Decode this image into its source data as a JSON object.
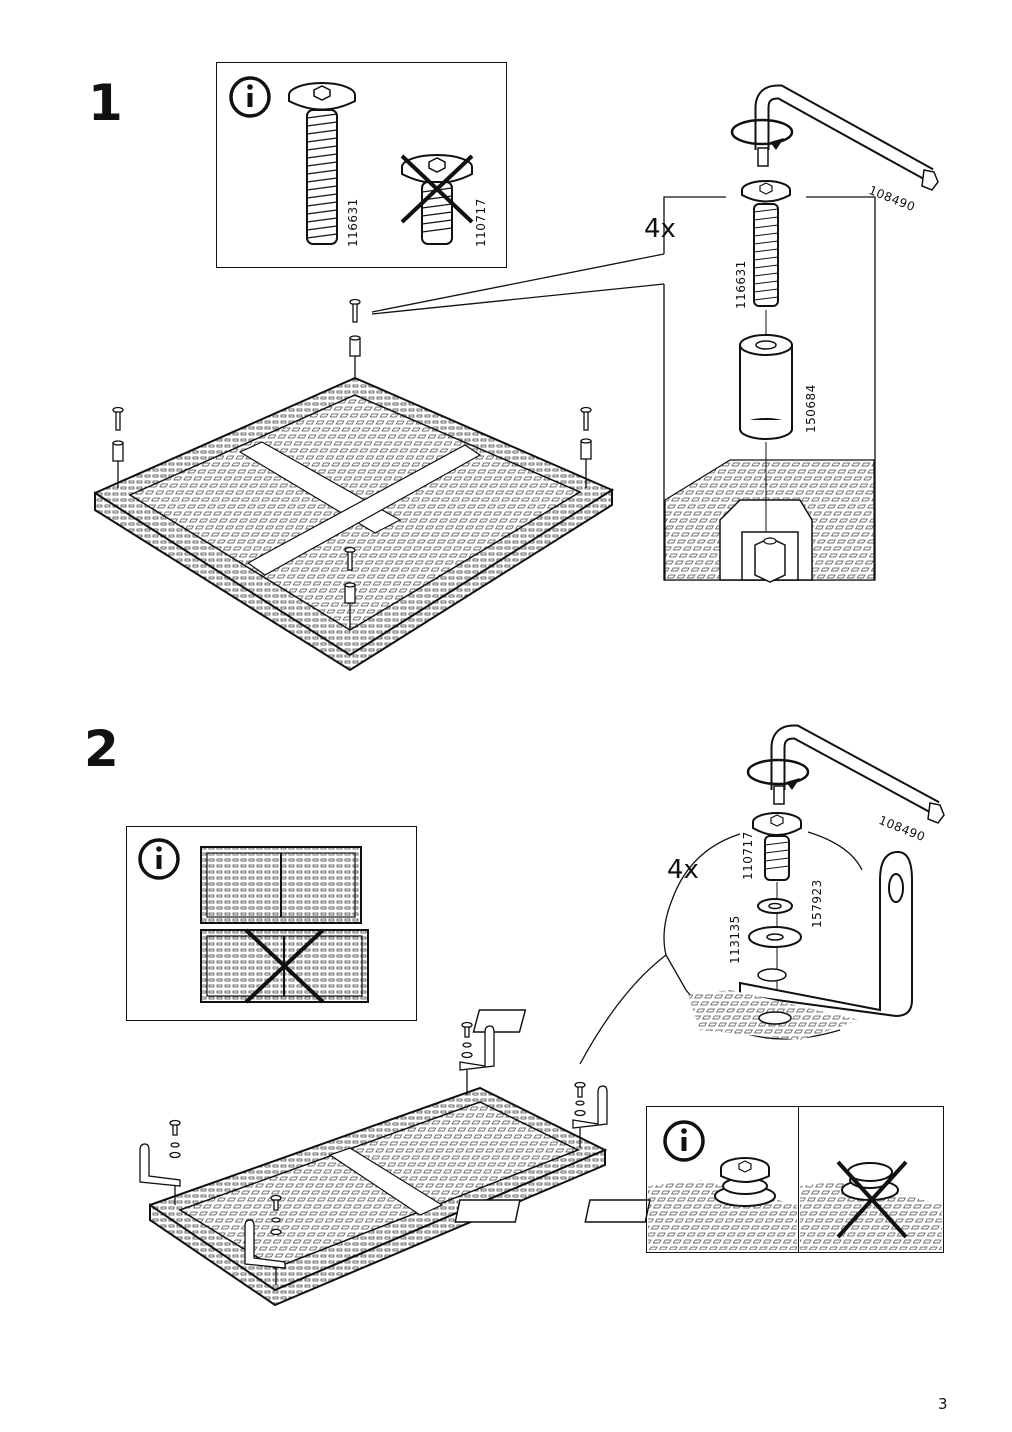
{
  "page": {
    "number": "3"
  },
  "step1": {
    "number": "1",
    "info_box": {
      "icon": "info-icon",
      "correct_part": "116631",
      "wrong_part": "110717"
    },
    "quantity": "4x",
    "parts": {
      "screw": "116631",
      "spacer": "150684",
      "allen_key": "108490"
    }
  },
  "step2": {
    "number": "2",
    "info_box": {
      "icon": "info-icon"
    },
    "quantity": "4x",
    "parts": {
      "screw": "110717",
      "spring_washer": "157923",
      "washer": "113135",
      "allen_key": "108490"
    },
    "info_box_2": {
      "icon": "info-icon"
    }
  }
}
